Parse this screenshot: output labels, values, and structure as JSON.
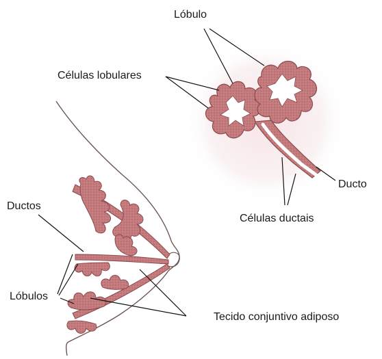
{
  "labels": {
    "lobulo": "Lóbulo",
    "celulas_lobulares": "Células lobulares",
    "ducto": "Ducto",
    "celulas_ductais": "Células ductais",
    "ductos": "Ductos",
    "lobulos": "Lóbulos",
    "tecido": "Tecido conjuntivo adiposo"
  },
  "colors": {
    "tissue_fill": "#c47b7d",
    "tissue_stroke": "#8a4a4d",
    "halo": "#f3d9dc",
    "outline": "#6e5555",
    "leader": "#111111"
  }
}
